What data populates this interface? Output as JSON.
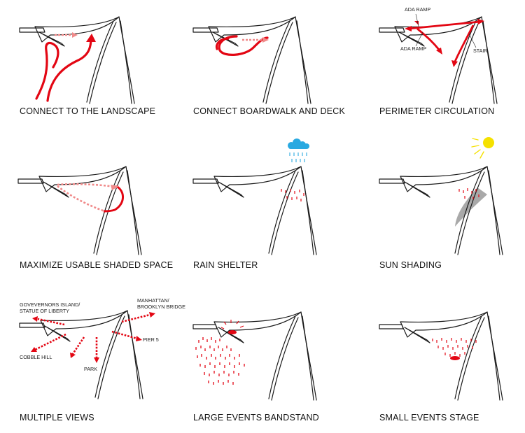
{
  "colors": {
    "accent": "#e30613",
    "accent_light": "#f08a8a",
    "rain": "#29a9e1",
    "sun": "#f5e100",
    "shade": "#9a9a9a",
    "line": "#1a1a1a"
  },
  "panels": [
    {
      "id": "landscape",
      "caption": "CONNECT TO THE LANDSCAPE",
      "labels": {}
    },
    {
      "id": "boardwalk",
      "caption": "CONNECT BOARDWALK AND DECK",
      "labels": {}
    },
    {
      "id": "perimeter",
      "caption": "PERIMETER CIRCULATION",
      "labels": {
        "ada_ramp_1": "ADA RAMP",
        "ada_ramp_2": "ADA RAMP",
        "stair": "STAIR"
      }
    },
    {
      "id": "shaded",
      "caption": "MAXIMIZE USABLE SHADED SPACE",
      "labels": {}
    },
    {
      "id": "rain",
      "caption": "RAIN SHELTER",
      "labels": {}
    },
    {
      "id": "sun",
      "caption": "SUN SHADING",
      "labels": {}
    },
    {
      "id": "views",
      "caption": "MULTIPLE VIEWS",
      "labels": {
        "governors_1": "GOVEVERNORS ISLAND/",
        "governors_2": "STATUE OF LIBERTY",
        "manhattan_1": "MANHATTAN/",
        "manhattan_2": "BROOKLYN BRIDGE",
        "pier": "PIER 5",
        "cobble": "COBBLE HILL",
        "park": "PARK"
      }
    },
    {
      "id": "bandstand",
      "caption": "LARGE EVENTS BANDSTAND",
      "labels": {}
    },
    {
      "id": "stage",
      "caption": "SMALL EVENTS STAGE",
      "labels": {}
    }
  ]
}
